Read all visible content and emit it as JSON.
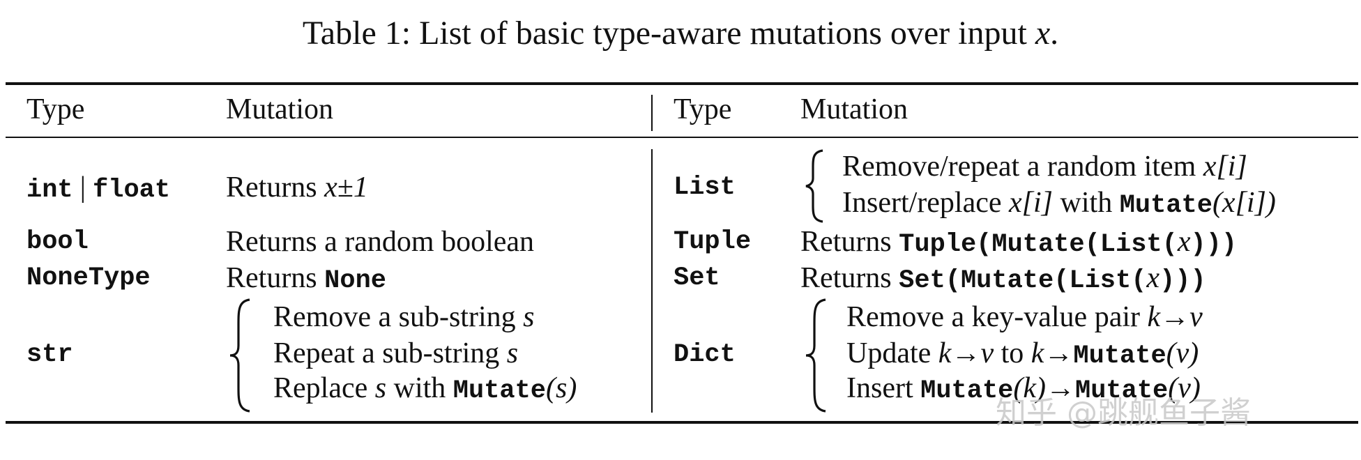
{
  "caption": {
    "prefix": "Table 1: List of basic type-aware mutations over input ",
    "var": "x",
    "suffix": "."
  },
  "header": {
    "left_type": "Type",
    "left_mutation": "Mutation",
    "right_type": "Type",
    "right_mutation": "Mutation"
  },
  "left_rows": {
    "int_float": {
      "type_a": "int",
      "type_sep": "|",
      "type_b": "float",
      "mutation_text": "Returns ",
      "mutation_math": "x±1"
    },
    "bool": {
      "type": "bool",
      "mutation": "Returns a random boolean"
    },
    "nonetype": {
      "type": "NoneType",
      "mutation_text": "Returns ",
      "mutation_code": "None"
    },
    "str": {
      "type": "str",
      "line1_text": "Remove a sub-string ",
      "line1_var": "s",
      "line2_text": "Repeat a sub-string ",
      "line2_var": "s",
      "line3_text_a": "Replace ",
      "line3_var": "s",
      "line3_text_b": " with ",
      "line3_code": "Mutate",
      "line3_math": "(s)"
    }
  },
  "right_rows": {
    "list": {
      "type": "List",
      "line1_text": "Remove/repeat a random item ",
      "line1_math": "x[i]",
      "line2_text_a": "Insert/replace ",
      "line2_math_a": "x[i]",
      "line2_text_b": " with ",
      "line2_code": "Mutate",
      "line2_math_b": "(x[i])"
    },
    "tuple": {
      "type": "Tuple",
      "mutation_text": "Returns ",
      "code_a": "Tuple(Mutate(List(",
      "var": "x",
      "code_b": ")))"
    },
    "set": {
      "type": "Set",
      "mutation_text": "Returns ",
      "code_a": "Set(Mutate(List(",
      "var": "x",
      "code_b": ")))"
    },
    "dict": {
      "type": "Dict",
      "line1_text": "Remove a key-value pair ",
      "line1_math": "k→v",
      "line2_text_a": "Update ",
      "line2_math_a": "k→v",
      "line2_text_b": " to ",
      "line2_math_b": "k→",
      "line2_code": "Mutate",
      "line2_math_c": "(v)",
      "line3_text": "Insert ",
      "line3_code_a": "Mutate",
      "line3_math_a": "(k)→",
      "line3_code_b": "Mutate",
      "line3_math_b": "(v)"
    }
  },
  "watermark": "知乎 @跳舰鱼子酱"
}
